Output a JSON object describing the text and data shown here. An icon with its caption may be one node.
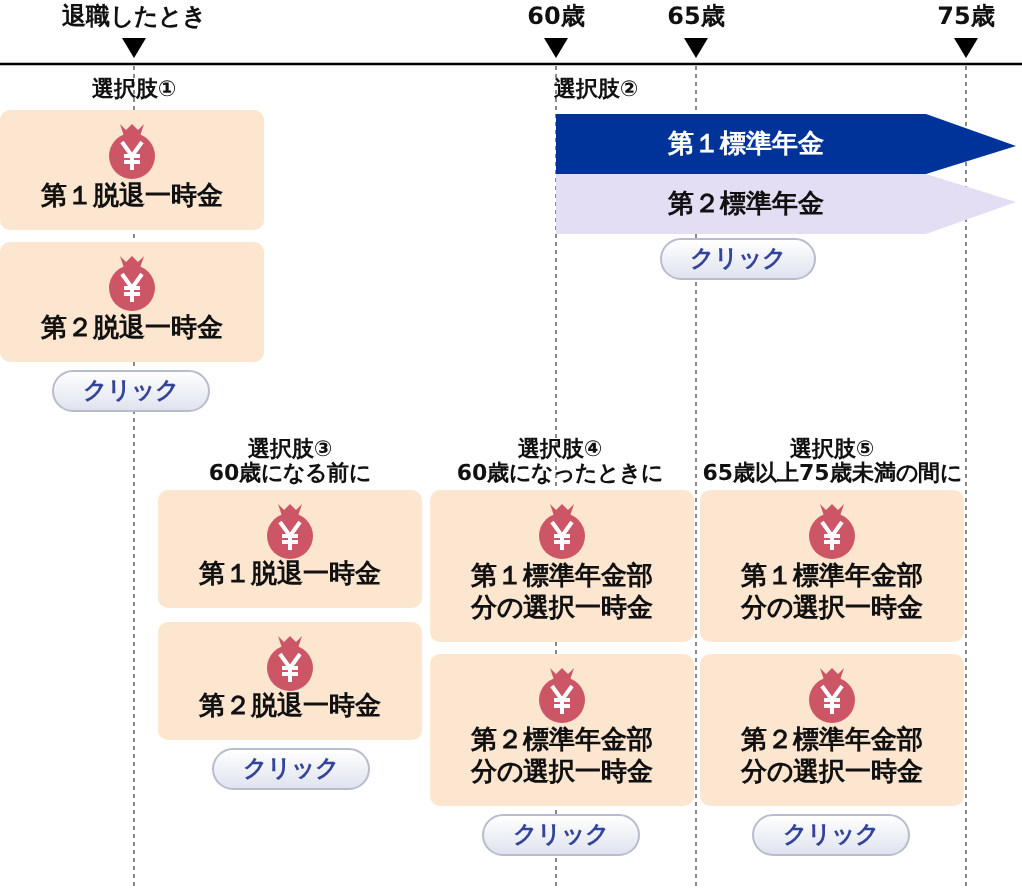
{
  "diagram": {
    "nodes": [
      {
        "text": [
          "第１脱退一時金"
        ]
      },
      {
        "text": [
          "第２脱退一時金"
        ]
      },
      {
        "text": [
          "クリック"
        ]
      },
      {
        "text": [
          "第１標準年金"
        ]
      },
      {
        "text": [
          "第２標準年金"
        ]
      },
      {
        "text": [
          "クリック"
        ]
      },
      {
        "text": [
          "第１脱退一時金"
        ]
      },
      {
        "text": [
          "第２脱退一時金"
        ]
      },
      {
        "text": [
          "クリック"
        ]
      },
      {
        "text": [
          "第１標準年金部分の選択一時金"
        ]
      },
      {
        "text": [
          "第２標準年金部分の選択一時金"
        ]
      },
      {
        "text": [
          "クリック"
        ]
      },
      {
        "text": [
          "第１標準年金部分の選択一時金"
        ]
      },
      {
        "text": [
          "第２標準年金部分の選択一時金"
        ]
      },
      {
        "text": [
          "クリック"
        ]
      }
    ],
    "edges": [],
    "labels": [
      "退職したとき",
      "60歳",
      "65歳",
      "75歳",
      "選択肢①",
      "選択肢②",
      "選択肢③",
      "60歳になる前に",
      "選択肢④",
      "60歳になったときに",
      "選択肢⑤",
      "65歳以上75歳未満の間に"
    ]
  }
}
